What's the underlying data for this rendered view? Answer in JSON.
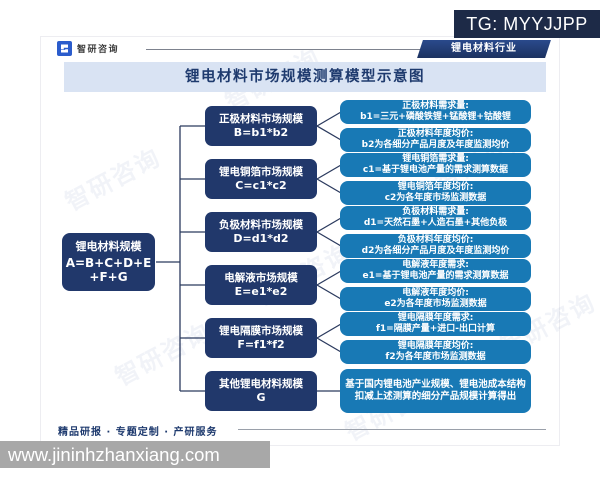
{
  "overlay": {
    "tg_label": "TG: MYYJJPP"
  },
  "header": {
    "logo_text": "智研咨询",
    "ribbon_label": "锂电材料行业"
  },
  "title": "锂电材料市场规模测算模型示意图",
  "background_watermark": "智研咨询",
  "diagram": {
    "root": {
      "name": "锂电材料规模",
      "formula": "A=B+C+D+E+F+G"
    },
    "branches": [
      {
        "name": "正极材料市场规模",
        "formula": "B=b1*b2",
        "details": [
          {
            "title": "正极材料需求量:",
            "desc": "b1=三元+磷酸铁锂+锰酸锂+钴酸锂"
          },
          {
            "title": "正极材料年度均价:",
            "desc": "b2为各细分产品月度及年度监测均价"
          }
        ]
      },
      {
        "name": "锂电铜箔市场规模",
        "formula": "C=c1*c2",
        "details": [
          {
            "title": "锂电铜箔需求量:",
            "desc": "c1=基于锂电池产量的需求测算数据"
          },
          {
            "title": "锂电铜箔年度均价:",
            "desc": "c2为各年度市场监测数据"
          }
        ]
      },
      {
        "name": "负极材料市场规模",
        "formula": "D=d1*d2",
        "details": [
          {
            "title": "负极材料需求量:",
            "desc": "d1=天然石墨+人造石墨+其他负极"
          },
          {
            "title": "负极材料年度均价:",
            "desc": "d2为各细分产品月度及年度监测均价"
          }
        ]
      },
      {
        "name": "电解液市场规模",
        "formula": "E=e1*e2",
        "details": [
          {
            "title": "电解液年度需求:",
            "desc": "e1=基于锂电池产量的需求测算数据"
          },
          {
            "title": "电解液年度均价:",
            "desc": "e2为各年度市场监测数据"
          }
        ]
      },
      {
        "name": "锂电隔膜市场规模",
        "formula": "F=f1*f2",
        "details": [
          {
            "title": "锂电隔膜年度需求:",
            "desc": "f1=隔膜产量+进口-出口计算"
          },
          {
            "title": "锂电隔膜年度均价:",
            "desc": "f2为各年度市场监测数据"
          }
        ]
      },
      {
        "name": "其他锂电材料规模",
        "formula": "G",
        "details": [
          {
            "desc": "基于国内锂电池产业规模、锂电池成本结构扣减上述测算的细分产品规模计算得出"
          }
        ]
      }
    ]
  },
  "footer": {
    "tagline": "精品研报 · 专题定制 · 产研服务",
    "watermark_url": "www.jininhzhanxiang.com"
  },
  "colors": {
    "node_navy": "#21386b",
    "detail_blue": "#1879b5",
    "title_band_bg": "#d9e3f3",
    "title_text": "#1e3a6e",
    "tg_badge_bg": "#1d2a47",
    "watermark_bar_bg": "#a8a8a8"
  }
}
